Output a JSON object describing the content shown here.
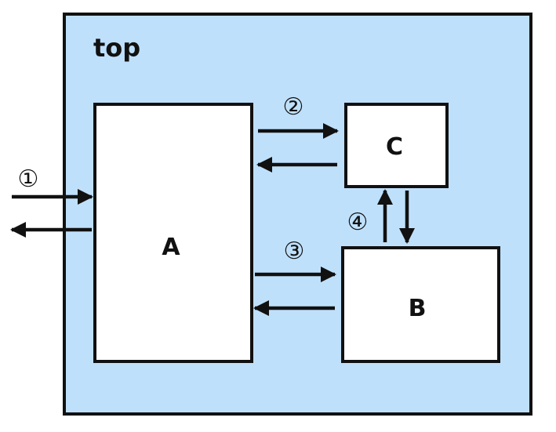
{
  "diagram": {
    "container_label": "top",
    "blocks": {
      "a": "A",
      "b": "B",
      "c": "C"
    },
    "interfaces": {
      "one": "①",
      "two": "②",
      "three": "③",
      "four": "④"
    }
  },
  "colors": {
    "container_fill": "#bfe0fb",
    "stroke": "#111111",
    "block_fill": "#ffffff"
  }
}
